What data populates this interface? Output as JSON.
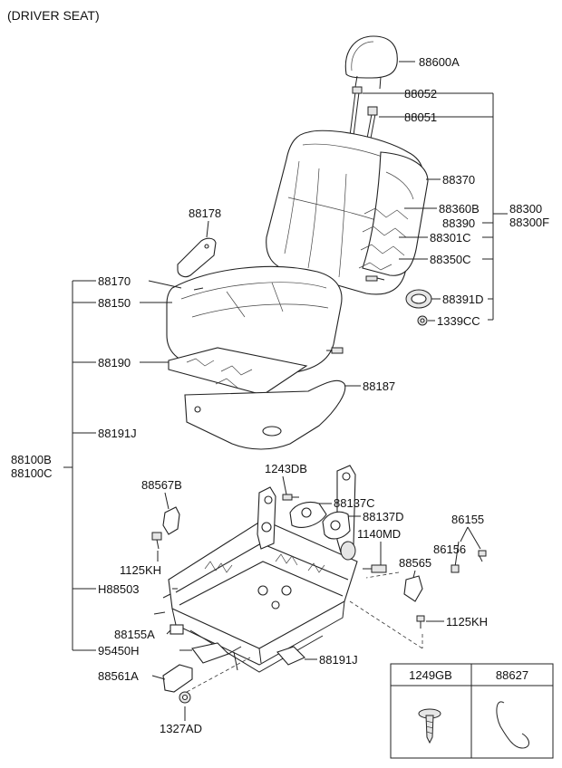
{
  "title": "(DRIVER SEAT)",
  "labels": {
    "p88600A": "88600A",
    "p88052": "88052",
    "p88051": "88051",
    "p88370": "88370",
    "p88360B": "88360B",
    "p88390": "88390",
    "p88300": "88300",
    "p88300F": "88300F",
    "p88301C": "88301C",
    "p88350C": "88350C",
    "p88391D": "88391D",
    "p1339CC": "1339CC",
    "p88178": "88178",
    "p88170": "88170",
    "p88150": "88150",
    "p88190": "88190",
    "p88187": "88187",
    "p88191J": "88191J",
    "p88100B": "88100B",
    "p88100C": "88100C",
    "p1243DB": "1243DB",
    "p88567B": "88567B",
    "p88137C": "88137C",
    "p88137D": "88137D",
    "p1140MD": "1140MD",
    "p86155": "86155",
    "p86156": "86156",
    "p88565": "88565",
    "p1125KH_left": "1125KH",
    "p1125KH_right": "1125KH",
    "pH88503": "H88503",
    "p88155A": "88155A",
    "p95450H": "95450H",
    "p88191J_lower": "88191J",
    "p88561A": "88561A",
    "p1327AD": "1327AD"
  },
  "legend_table": {
    "col1_header": "1249GB",
    "col2_header": "88627"
  }
}
